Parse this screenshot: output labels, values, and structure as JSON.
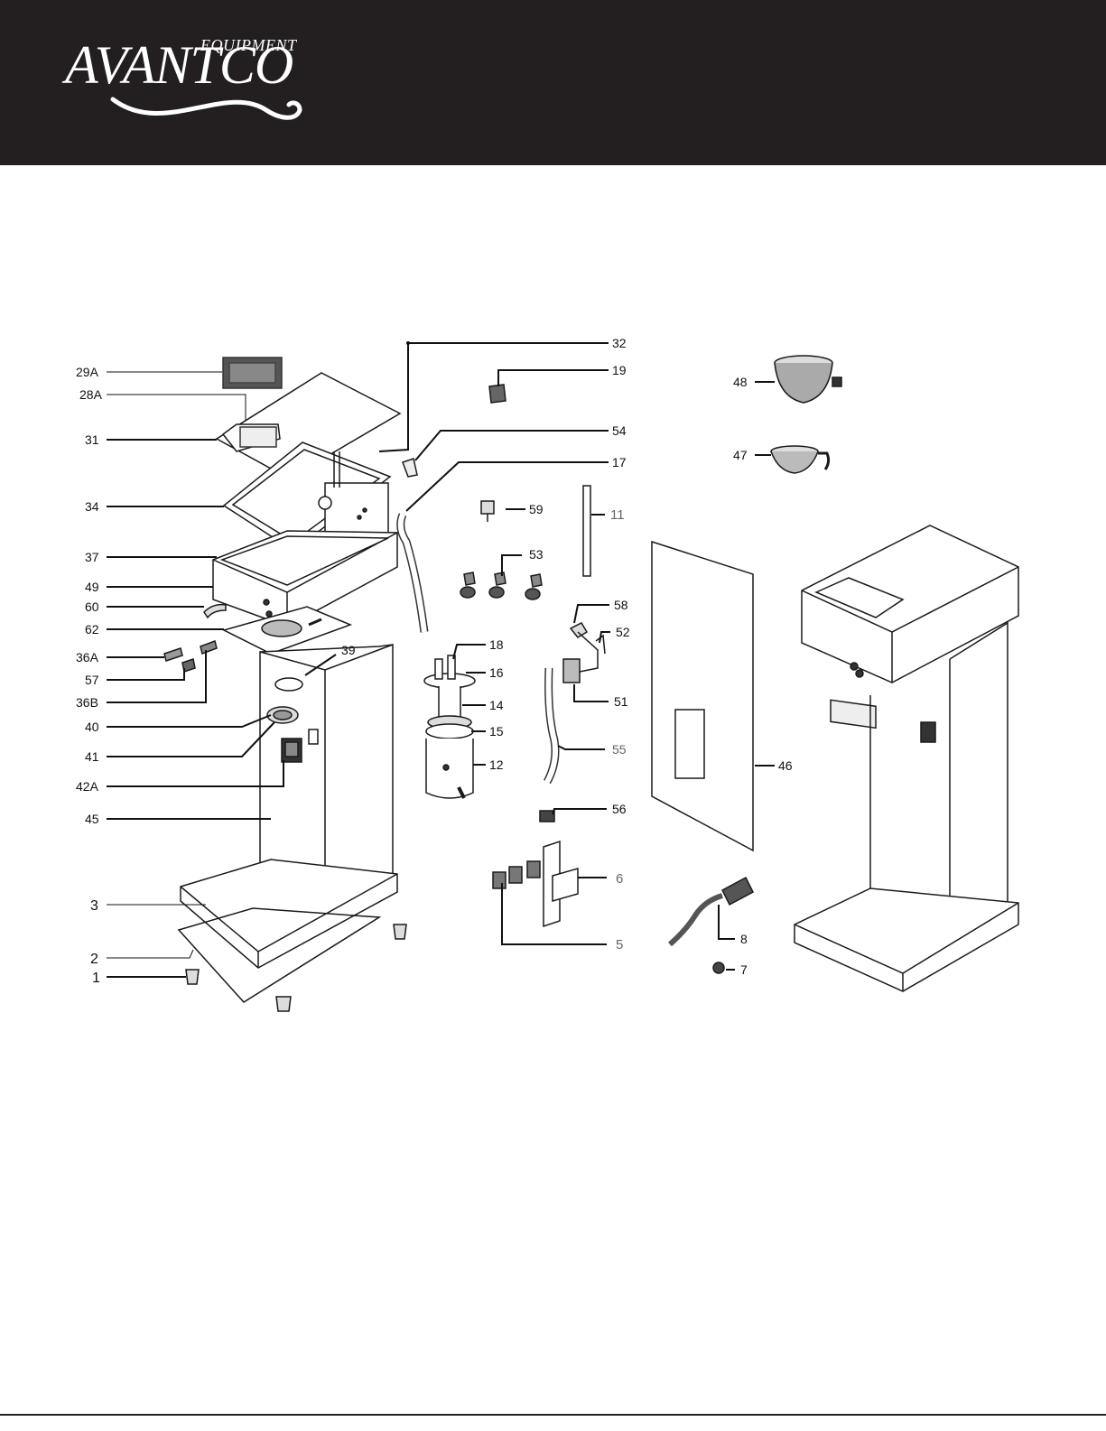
{
  "brand": {
    "logo_sub": "EQUIPMENT",
    "logo_main": "AVANTCO",
    "header_color": "#231f20"
  },
  "callouts": {
    "c29A": "29A",
    "c28A": "28A",
    "c31": "31",
    "c34": "34",
    "c37": "37",
    "c49": "49",
    "c60": "60",
    "c62": "62",
    "c36A": "36A",
    "c57": "57",
    "c36B": "36B",
    "c40": "40",
    "c41": "41",
    "c42A": "42A",
    "c45": "45",
    "c3": "3",
    "c2": "2",
    "c1": "1",
    "c39": "39",
    "c32": "32",
    "c19": "19",
    "c54": "54",
    "c17": "17",
    "c59": "59",
    "c53": "53",
    "c11": "11",
    "c18": "18",
    "c16": "16",
    "c14": "14",
    "c15": "15",
    "c12": "12",
    "c58": "58",
    "c52": "52",
    "c51": "51",
    "c55": "55",
    "c56": "56",
    "c6": "6",
    "c5": "5",
    "c48": "48",
    "c47": "47",
    "c46": "46",
    "c8": "8",
    "c7": "7"
  }
}
